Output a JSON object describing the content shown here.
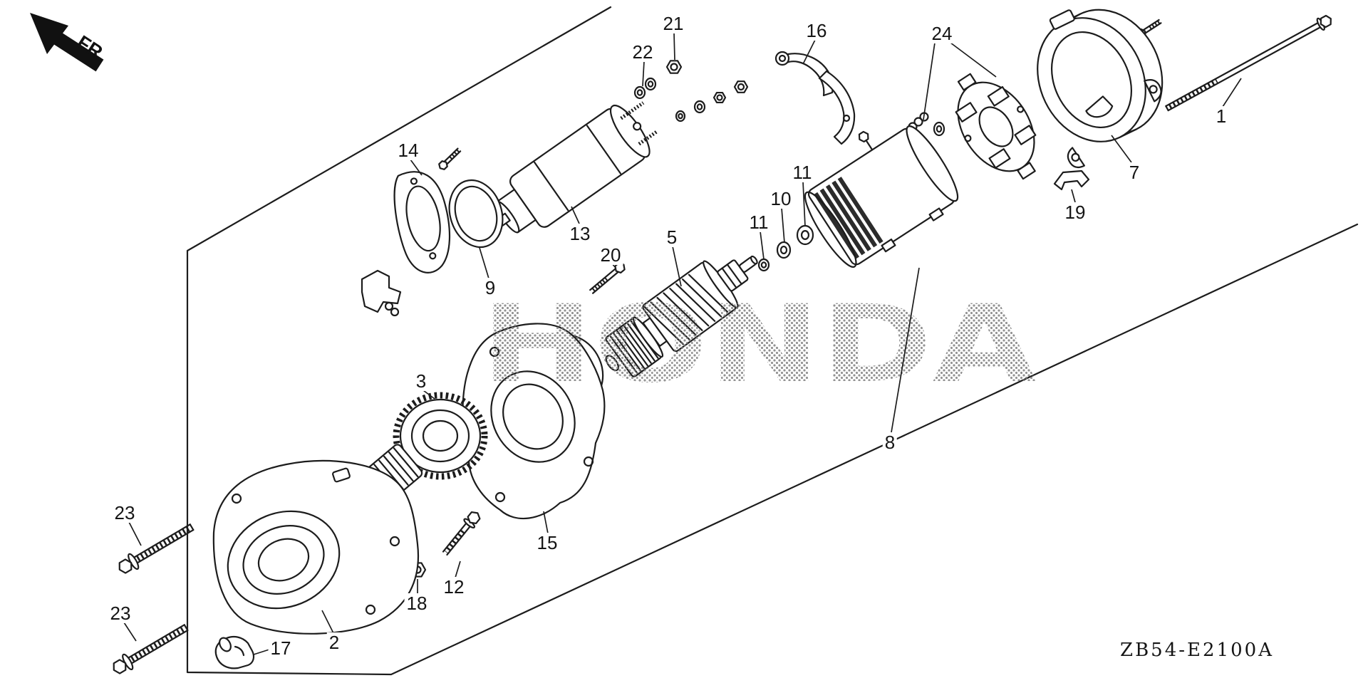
{
  "meta": {
    "fr_label": "FR.",
    "watermark": "HONDA",
    "drawing_code": "ZB54-E2100A"
  },
  "colors": {
    "ink": "#1c1c1c",
    "background": "#ffffff",
    "watermark_dots": "#777777"
  },
  "callouts": {
    "1": "1",
    "2": "2",
    "3": "3",
    "5": "5",
    "7": "7",
    "8": "8",
    "9": "9",
    "10": "10",
    "11": "11",
    "12": "12",
    "13": "13",
    "14": "14",
    "15": "15",
    "16": "16",
    "17": "17",
    "18": "18",
    "19": "19",
    "20": "20",
    "21": "21",
    "22": "22",
    "23": "23",
    "24": "24"
  }
}
